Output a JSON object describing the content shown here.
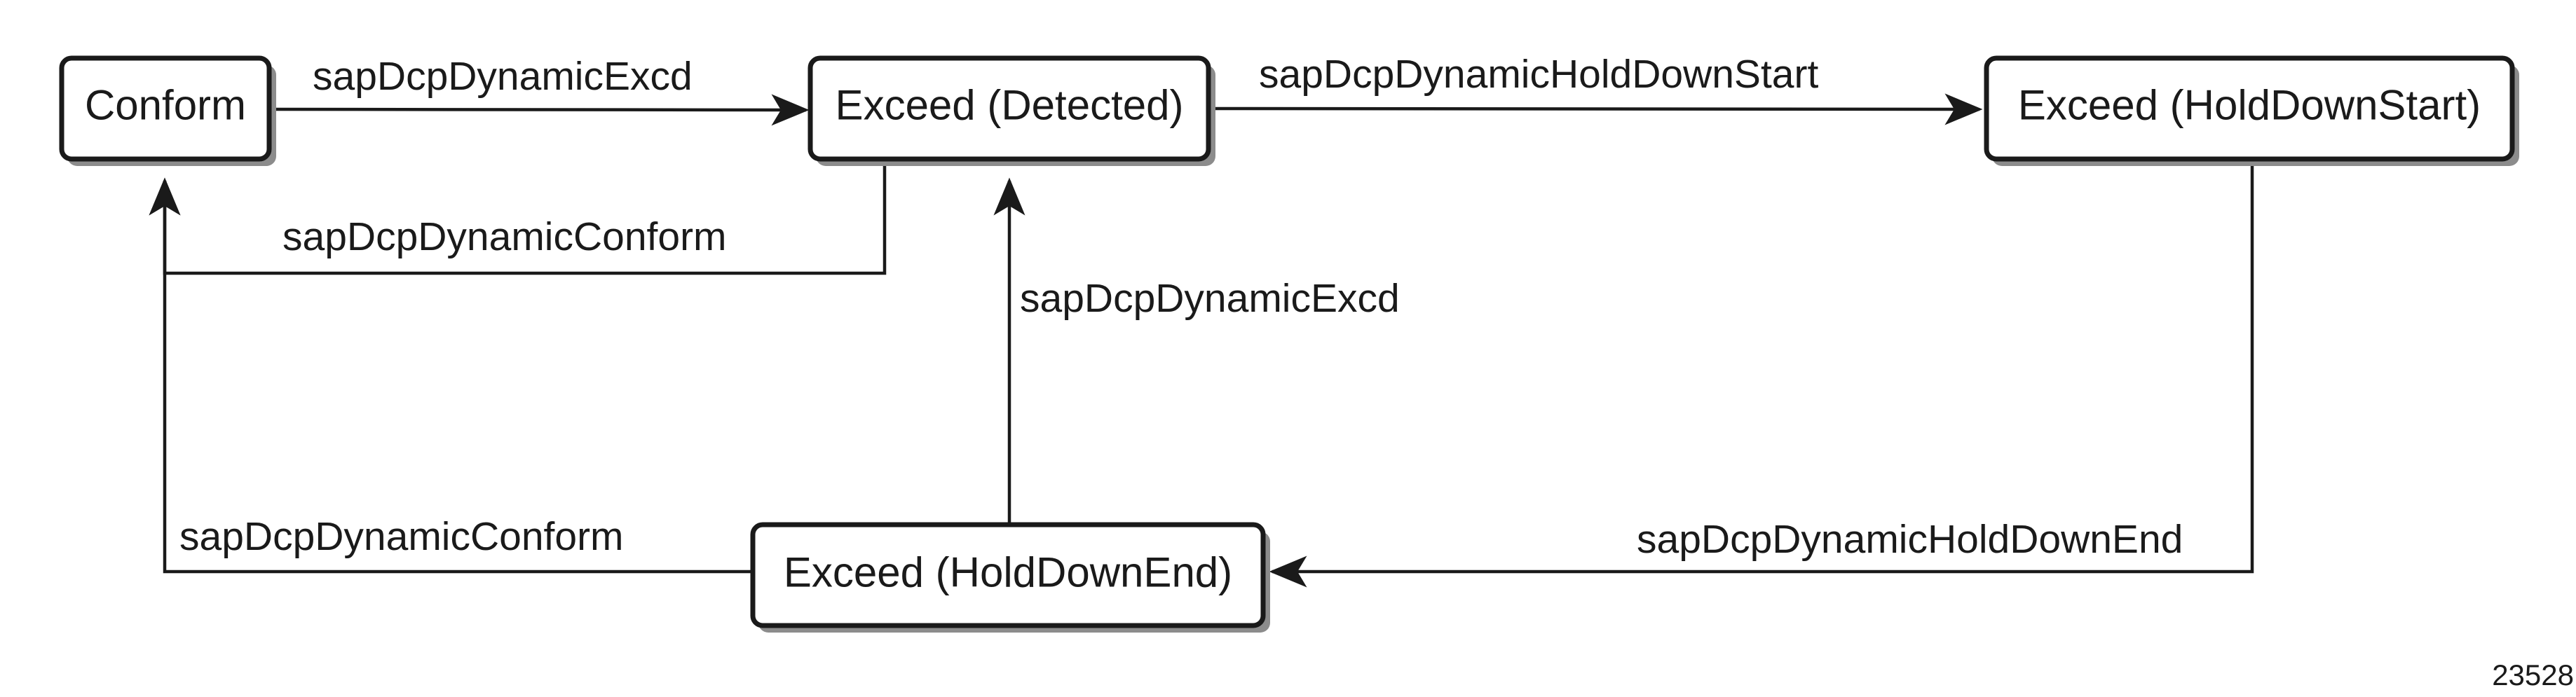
{
  "states": {
    "conform": "Conform",
    "exceed_detected": "Exceed (Detected)",
    "exceed_holddown_start": "Exceed (HoldDownStart)",
    "exceed_holddown_end": "Exceed (HoldDownEnd)"
  },
  "transitions": {
    "conform_to_detected": "sapDcpDynamicExcd",
    "detected_to_holddown_start": "sapDcpDynamicHoldDownStart",
    "detected_to_conform": "sapDcpDynamicConform",
    "holddown_end_to_detected": "sapDcpDynamicExcd",
    "holddown_end_to_conform": "sapDcpDynamicConform",
    "holddown_start_to_holddown_end": "sapDcpDynamicHoldDownEnd"
  },
  "figure_id": "23528",
  "colors": {
    "stroke": "#1a1a1a",
    "shadow": "#8c8c8c",
    "background": "#ffffff"
  }
}
